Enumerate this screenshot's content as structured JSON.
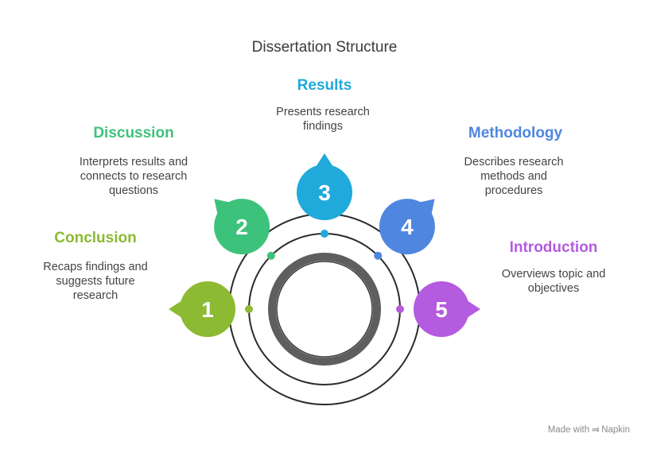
{
  "title": "Dissertation Structure",
  "steps": [
    {
      "number": "1",
      "name": "Conclusion",
      "description": "Recaps findings and suggests future research",
      "color": "#8cba33"
    },
    {
      "number": "2",
      "name": "Discussion",
      "description": "Interprets results and connects to research questions",
      "color": "#3dc27c"
    },
    {
      "number": "3",
      "name": "Results",
      "description": "Presents research findings",
      "color": "#20a9db"
    },
    {
      "number": "4",
      "name": "Methodology",
      "description": "Describes research methods and procedures",
      "color": "#4f86e0"
    },
    {
      "number": "5",
      "name": "Introduction",
      "description": "Overviews topic and objectives",
      "color": "#b45be0"
    }
  ],
  "footer": {
    "made_with": "Made with",
    "brand": "Napkin"
  }
}
